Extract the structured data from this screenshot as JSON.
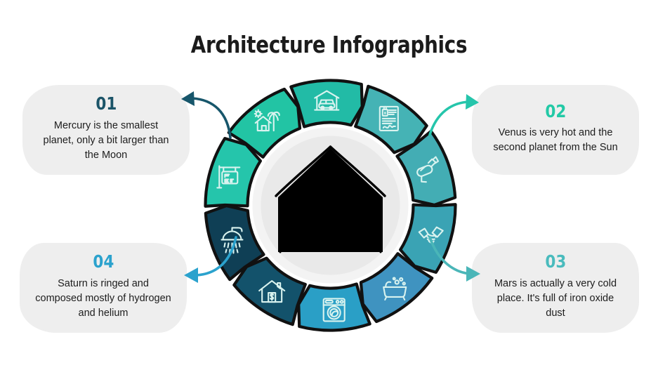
{
  "header": {
    "title": "Architecture Infographics"
  },
  "colors": {
    "background": "#ffffff",
    "card_background": "#eeeeee",
    "card_text": "#1d1d1d",
    "title": "#1b1b1b",
    "dark_teal": "#12465c",
    "deep_navy": "#0f3f55",
    "green_teal": "#25c5ab",
    "emerald": "#22c4a4",
    "medium_teal": "#45b3b5",
    "steel_teal": "#3aa3b4",
    "blue": "#2a9fc6",
    "mid_blue": "#3f93c0",
    "center_ring": "#f1f1f1",
    "center_disc": "#eaeaea",
    "house": "#000000",
    "icon_stroke": "#d9f3ef"
  },
  "cards": [
    {
      "number": "01",
      "number_color": "#1b5468",
      "body": "Mercury is the smallest planet, only a bit larger than the Moon",
      "position": "top-left"
    },
    {
      "number": "02",
      "number_color": "#22c9a6",
      "body": "Venus is very hot and the second planet from the Sun",
      "position": "top-right"
    },
    {
      "number": "03",
      "number_color": "#49bbbd",
      "body": "Mars is actually a very cold place. It's full of iron oxide dust",
      "position": "bottom-right"
    },
    {
      "number": "04",
      "number_color": "#2ba2cd",
      "body": "Saturn is ringed and composed mostly of hydrogen and helium",
      "position": "bottom-left"
    }
  ],
  "wheel": {
    "center_icon": "house-icon",
    "segment_count": 10,
    "segments": [
      {
        "index": 1,
        "icon": "for-rent-sign-icon",
        "color": "#25c5ab"
      },
      {
        "index": 2,
        "icon": "vacation-house-icon",
        "color": "#22c4a4"
      },
      {
        "index": 3,
        "icon": "garage-car-icon",
        "color": "#22bba6"
      },
      {
        "index": 4,
        "icon": "contract-document-icon",
        "color": "#45b3b5"
      },
      {
        "index": 5,
        "icon": "paint-roller-icon",
        "color": "#43adb4"
      },
      {
        "index": 6,
        "icon": "handshake-icon",
        "color": "#3aa3b4"
      },
      {
        "index": 7,
        "icon": "bathtub-icon",
        "color": "#3f93c0"
      },
      {
        "index": 8,
        "icon": "washing-machine-icon",
        "color": "#2a9fc6"
      },
      {
        "index": 9,
        "icon": "house-value-icon",
        "color": "#13526b"
      },
      {
        "index": 10,
        "icon": "shower-head-icon",
        "color": "#0f3f55"
      }
    ]
  },
  "connectors": [
    {
      "name": "arrow-to-card-01",
      "direction": "up-left",
      "color": "#17566b"
    },
    {
      "name": "arrow-to-card-02",
      "direction": "up-right",
      "color": "#25c5ab"
    },
    {
      "name": "arrow-to-card-03",
      "direction": "down-right",
      "color": "#4ab6b8"
    },
    {
      "name": "arrow-to-card-04",
      "direction": "down-left",
      "color": "#2ba2cd"
    }
  ]
}
